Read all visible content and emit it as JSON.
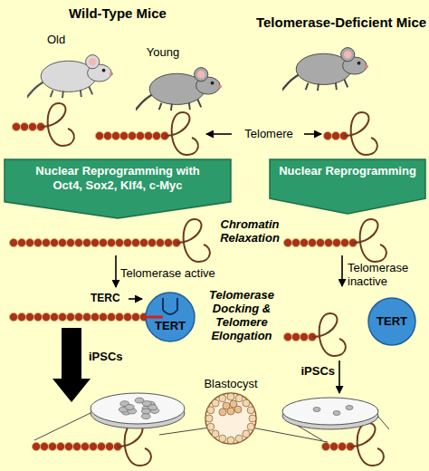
{
  "diagram": {
    "nodes": [
      {
        "text": [
          "Nuclear Reprogramming with Oct4, Sox2, Klf4, c-Myc"
        ]
      },
      {
        "text": [
          "Nuclear Reprogramming"
        ]
      },
      {
        "text": [
          "TERT"
        ]
      },
      {
        "text": [
          "TERT"
        ]
      }
    ],
    "labels": [
      "Wild-Type Mice",
      "Telomerase-Deficient Mice",
      "Old",
      "Young",
      "Telomere",
      "Chromatin Relaxation",
      "Telomerase active",
      "TERC",
      "Telomerase Docking & Telomere Elongation",
      "Telomerase inactive",
      "iPSCs",
      "Blastocyst",
      "iPSCs"
    ]
  }
}
